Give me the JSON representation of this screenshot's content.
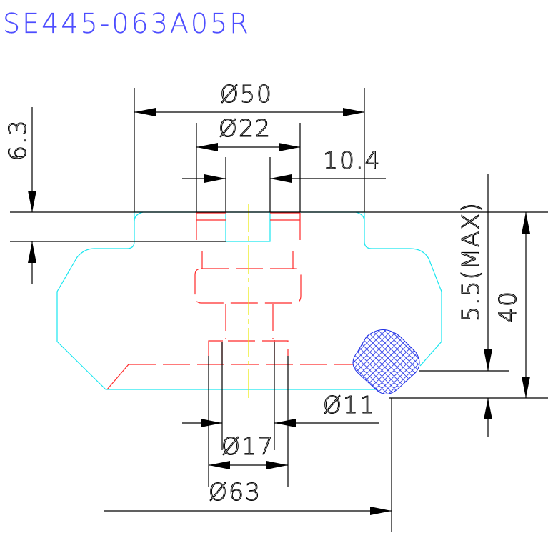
{
  "title": "SE445-063A05R",
  "dimensions": {
    "d50": "Ø50",
    "d22": "Ø22",
    "t10_4": "10.4",
    "t6_3": "6.3",
    "t5_5": "5.5(MAX)",
    "t40": "40",
    "d11": "Ø11",
    "d17": "Ø17",
    "d63": "Ø63"
  },
  "colors": {
    "title": "#4d4dff",
    "outline": "#19e6ef",
    "hidden": "#ff2a2a",
    "centerline": "#e8e800",
    "seal_hatch": "#1e2ee6",
    "dimension": "#000000"
  }
}
